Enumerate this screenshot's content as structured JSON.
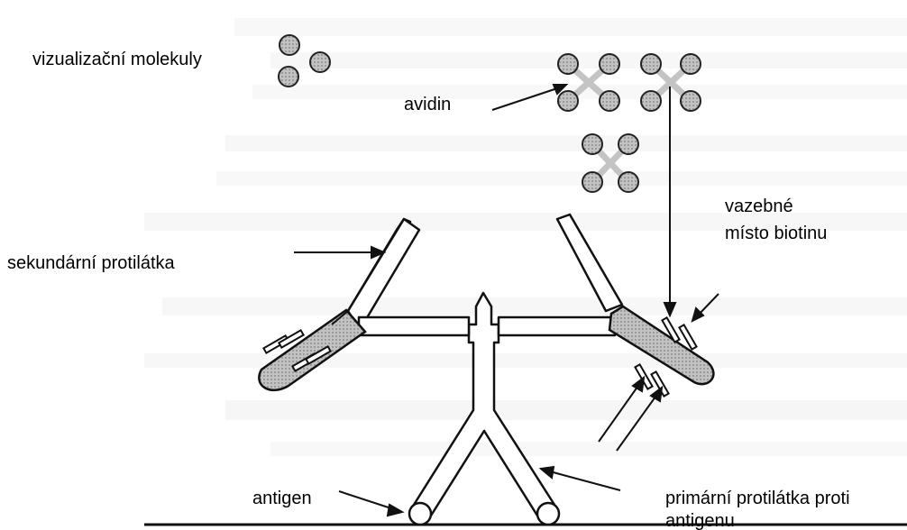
{
  "labels": {
    "visualization_molecules": "vizualizační molekuly",
    "avidin": "avidin",
    "binding_site_line1": "vazebné",
    "binding_site_line2": "místo biotinu",
    "secondary_antibody": "sekundární protilátka",
    "antigen": "antigen",
    "primary_antibody_line1": "primární protilátka proti",
    "primary_antibody_line2": "antigenu"
  },
  "colors": {
    "molecule_fill": "#8f8f8f",
    "cross": "#c4c4c4",
    "stem_fill": "#bdbdbd",
    "background_texture": "#f1f1f1",
    "stroke": "#111111"
  }
}
